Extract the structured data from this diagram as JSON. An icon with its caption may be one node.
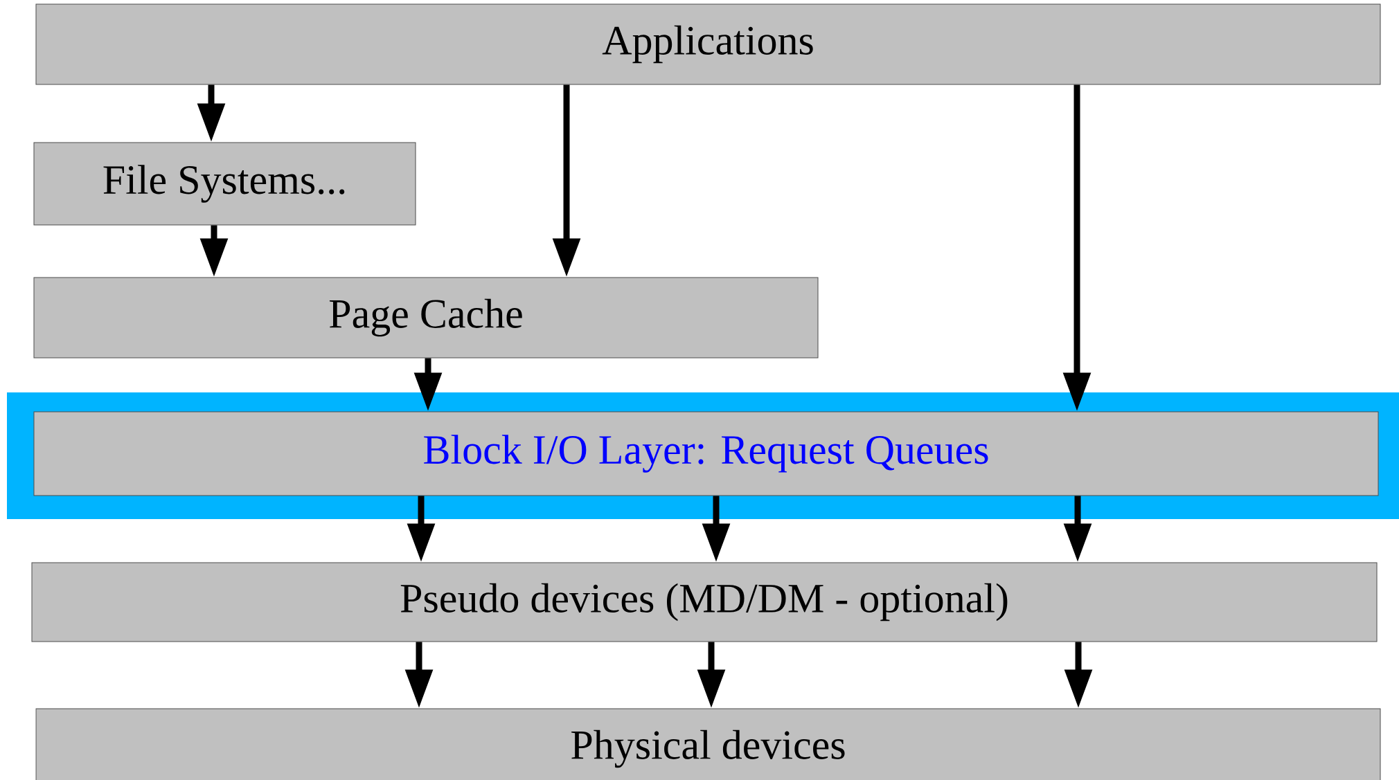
{
  "diagram": {
    "nodes": [
      {
        "text": [
          "Applications"
        ]
      },
      {
        "text": [
          "File Systems..."
        ]
      },
      {
        "text": [
          "Page Cache"
        ]
      },
      {
        "text": [],
        "shape": "box"
      },
      {
        "text": [
          "Block I/O Layer: Request Queues"
        ],
        "in": 3
      },
      {
        "text": [
          "Pseudo devices (MD/DM - optional)"
        ]
      },
      {
        "text": [
          "Physical devices"
        ]
      }
    ],
    "edges": [
      {
        "from": 0,
        "to": 1,
        "arrow": "to"
      },
      {
        "from": 0,
        "to": 2,
        "arrow": "to"
      },
      {
        "from": 0,
        "to": 4,
        "arrow": "to"
      },
      {
        "from": 1,
        "to": 2,
        "arrow": "to"
      },
      {
        "from": 2,
        "to": 4,
        "arrow": "to"
      },
      {
        "from": 4,
        "to": 5,
        "arrow": "to"
      },
      {
        "from": 4,
        "to": 5,
        "arrow": "to"
      },
      {
        "from": 4,
        "to": 5,
        "arrow": "to"
      },
      {
        "from": 5,
        "to": 6,
        "arrow": "to"
      },
      {
        "from": 5,
        "to": 6,
        "arrow": "to"
      },
      {
        "from": 5,
        "to": 6,
        "arrow": "to"
      }
    ]
  }
}
